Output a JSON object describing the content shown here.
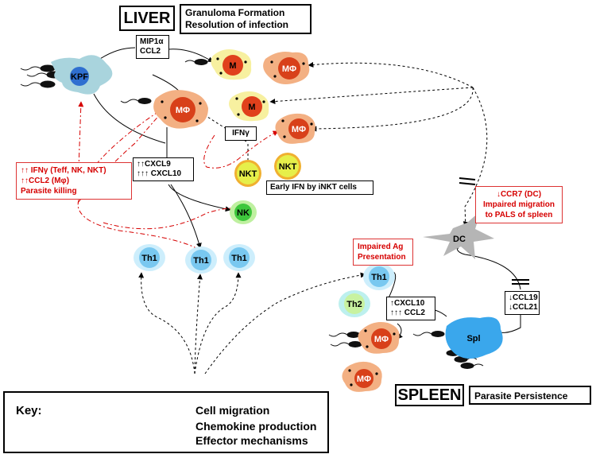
{
  "headings": {
    "liver_title": "LIVER",
    "liver_desc": [
      "Granuloma Formation",
      "Resolution of infection"
    ],
    "spleen_title": "SPLEEN",
    "spleen_desc": "Parasite Persistence"
  },
  "chemokine_boxes": {
    "mip_ccl2": [
      "MIP1α",
      "CCL2"
    ],
    "ifng": "IFNγ",
    "cxcl9_cxcl10": [
      "↑↑CXCL9",
      "↑↑↑ CXCL10"
    ],
    "spleen_cxcl10_ccl2": [
      "↑CXCL10",
      "↑↑↑ CCL2"
    ],
    "ccl19_ccl21": [
      "↓CCL19",
      "↓CCL21"
    ]
  },
  "annotations": {
    "liver_effector": [
      "↑↑ IFNγ (Teff, NK, NKT)",
      "↑↑CCL2 (Mφ)",
      "Parasite killing"
    ],
    "early_ifn": "Early IFN by iNKT cells",
    "ccr7": [
      "↓CCR7 (DC)",
      "Impaired migration",
      "to PALS of spleen"
    ],
    "impaired_ag": [
      "Impaired Ag",
      "Presentation"
    ]
  },
  "cells": {
    "kpf": "KPF",
    "mono": "M",
    "mphi": "MΦ",
    "nkt": "NKT",
    "nk": "NK",
    "th1": "Th1",
    "th2": "Th2",
    "dc": "DC",
    "spl": "Spl"
  },
  "key": {
    "title": "Key:",
    "cell_migration": "Cell migration",
    "chemokine_production": "Chemokine production",
    "effector_mechanisms": "Effector mechanisms"
  },
  "colors": {
    "monocyte_fill": "#f7f0a0",
    "monocyte_nucleus": "#e0401c",
    "macrophage_fill": "#f3b083",
    "macrophage_nucleus": "#d8401a",
    "kupffer_fill": "#a9d4dd",
    "kupffer_nucleus": "#2f6fd0",
    "th1_fill": "#a9ddf7",
    "th1_nucleus": "#79c8f0",
    "th2_fill": "#bdf0ee",
    "th2_nucleus": "#e8e060",
    "nkt_fill": "#e6ef4a",
    "nk_fill": "#3ec73c",
    "dc_fill": "#b5b5b5",
    "spleen_fill": "#3aa7ec",
    "effector_red": "#d60000"
  }
}
